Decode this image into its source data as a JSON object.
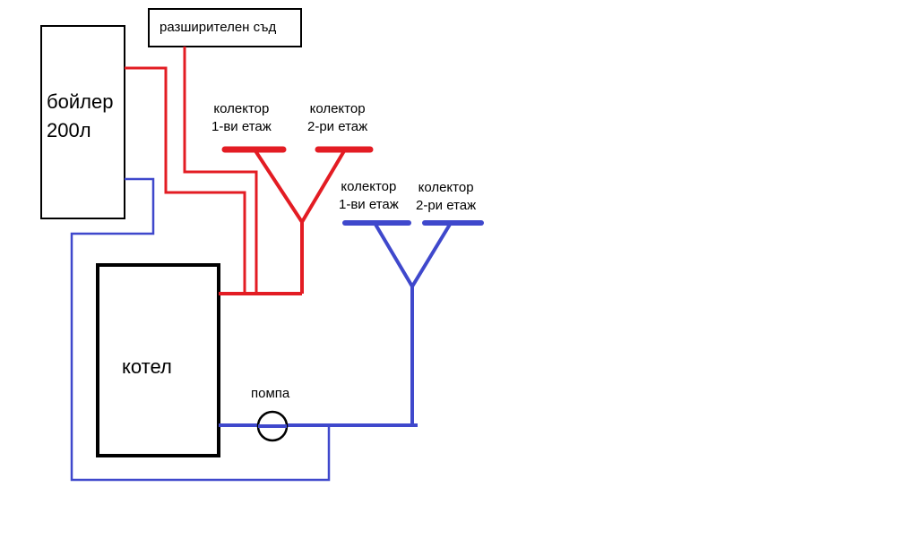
{
  "colors": {
    "hot": "#e31c23",
    "cold": "#3f48cc",
    "outline": "#000000"
  },
  "labels": {
    "boiler_line1": "бойлер",
    "boiler_line2": "200л",
    "expansion_tank": "разширителен съд",
    "hot_collector_1_line1": "колектор",
    "hot_collector_1_line2": "1-ви етаж",
    "hot_collector_2_line1": "колектор",
    "hot_collector_2_line2": "2-ри етаж",
    "cold_collector_1_line1": "колектор",
    "cold_collector_1_line2": "1-ви етаж",
    "cold_collector_2_line1": "колектор",
    "cold_collector_2_line2": "2-ри етаж",
    "boiler_unit": "котел",
    "pump": "помпа"
  }
}
